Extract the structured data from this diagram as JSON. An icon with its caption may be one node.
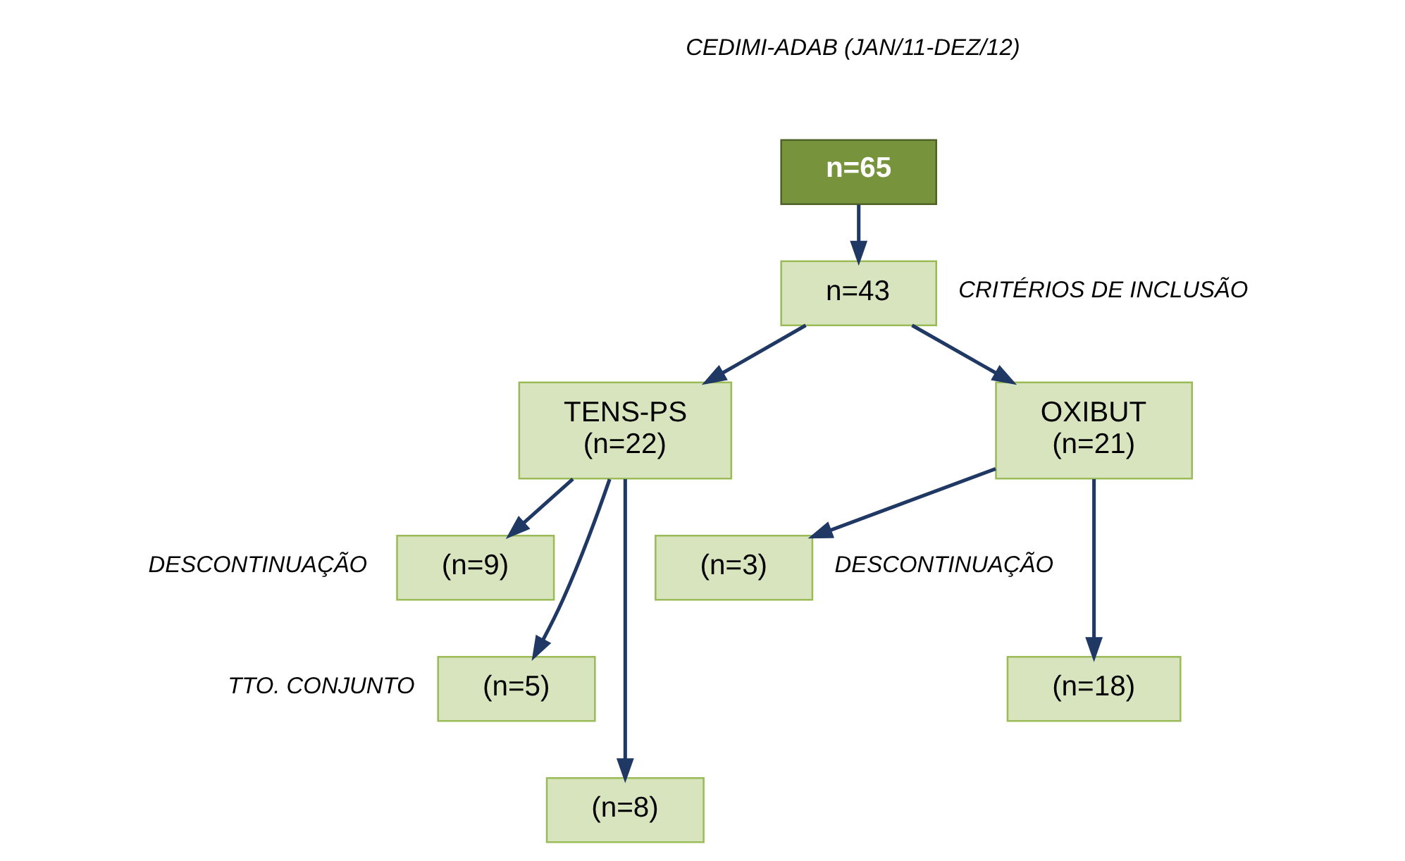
{
  "diagram": {
    "nodes": [
      {
        "text": [
          "n=65"
        ],
        "beside": [
          "CEDIMI-ADAB (JAN/11-DEZ/12)"
        ]
      },
      {
        "text": [
          "n=43"
        ],
        "beside": [
          "CRITÉRIOS DE INCLUSÃO"
        ]
      },
      {
        "text": [
          "TENS-PS",
          "(n=22)"
        ]
      },
      {
        "text": [
          "OXIBUT",
          "(n=21)"
        ]
      },
      {
        "text": [
          "(n=9)"
        ],
        "beside": [
          "DESCONTINUAÇÃO"
        ]
      },
      {
        "text": [
          "(n=5)"
        ],
        "beside": [
          "TTO. CONJUNTO"
        ]
      },
      {
        "text": [
          "(n=8)"
        ]
      },
      {
        "text": [
          "(n=3)"
        ],
        "beside": [
          "DESCONTINUAÇÃO"
        ]
      },
      {
        "text": [
          "(n=18)"
        ]
      }
    ],
    "edges": [
      {
        "from": 0,
        "to": 1,
        "arrow": "to"
      },
      {
        "from": 1,
        "to": 2,
        "arrow": "to"
      },
      {
        "from": 1,
        "to": 3,
        "arrow": "to"
      },
      {
        "from": 2,
        "to": 4,
        "arrow": "to"
      },
      {
        "from": 2,
        "to": 5,
        "arrow": "to"
      },
      {
        "from": 2,
        "to": 6,
        "arrow": "to"
      },
      {
        "from": 3,
        "to": 7,
        "arrow": "to"
      },
      {
        "from": 3,
        "to": 8,
        "arrow": "to"
      }
    ]
  }
}
